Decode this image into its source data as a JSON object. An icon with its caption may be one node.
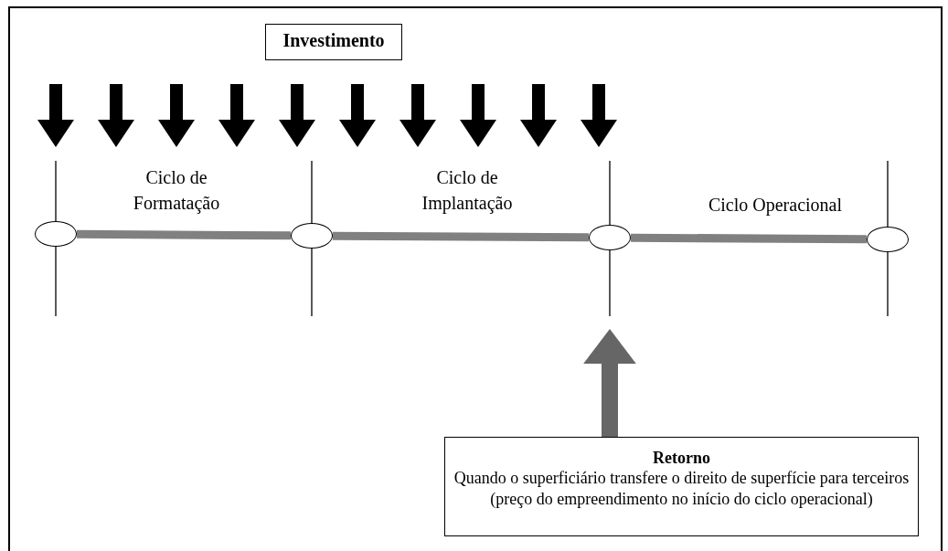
{
  "diagram": {
    "nodes": [
      {
        "text": [
          "Investimento"
        ]
      },
      {
        "text": [],
        "shape": "ellipse"
      },
      {
        "text": [],
        "shape": "ellipse"
      },
      {
        "text": [],
        "shape": "ellipse"
      },
      {
        "text": [],
        "shape": "ellipse"
      },
      {
        "text": [
          "Retorno",
          "Quando o superficiário transfere o direito de superfície para terceiros (preço do empreendimento no início do ciclo operacional)"
        ]
      }
    ],
    "edges": [
      {
        "from": 1,
        "to": 2,
        "arrow": "none"
      },
      {
        "from": 2,
        "to": 3,
        "arrow": "none"
      },
      {
        "from": 3,
        "to": 4,
        "arrow": "none"
      },
      {
        "from": 5,
        "to": null,
        "arrow": "to",
        "style": "thick",
        "color": "#666666"
      }
    ],
    "labels": [
      "Ciclo de Formatação",
      "Ciclo de Implantação",
      "Ciclo Operacional"
    ]
  }
}
